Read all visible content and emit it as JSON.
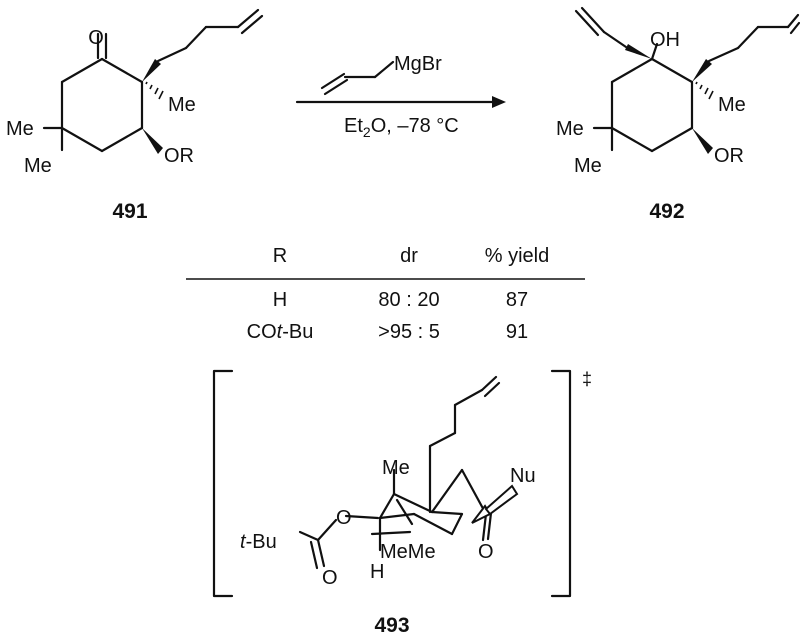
{
  "scheme": {
    "reagent": "MgBr",
    "conditions": {
      "solvent_prefix": "Et",
      "solvent_sub": "2",
      "solvent_suffix": "O, –78 °C"
    },
    "sm": {
      "id": "491",
      "ketone_O": "O",
      "me_quat": "Me",
      "me_gem1": "Me",
      "me_gem2": "Me",
      "or": "OR"
    },
    "product": {
      "id": "492",
      "oh": "OH",
      "me_quat": "Me",
      "me_gem1": "Me",
      "me_gem2": "Me",
      "or": "OR"
    }
  },
  "table": {
    "headers": [
      "R",
      "dr",
      "% yield"
    ],
    "rows": [
      {
        "r_plain": "H",
        "r_pre": "",
        "r_ital": "",
        "r_post": "",
        "dr": "80 : 20",
        "yield": "87"
      },
      {
        "r_plain": "",
        "r_pre": "CO",
        "r_ital": "t",
        "r_post": "-Bu",
        "dr": ">95 : 5",
        "yield": "91"
      }
    ]
  },
  "ts": {
    "id": "493",
    "dagger": "‡",
    "tbu_ital": "t",
    "tbu_rest": "-Bu",
    "o_ester": "O",
    "o_carbonyl": "O",
    "me_top": "Me",
    "h": "H",
    "me_me": "MeMe",
    "o_ketone": "O",
    "nu": "Nu"
  }
}
